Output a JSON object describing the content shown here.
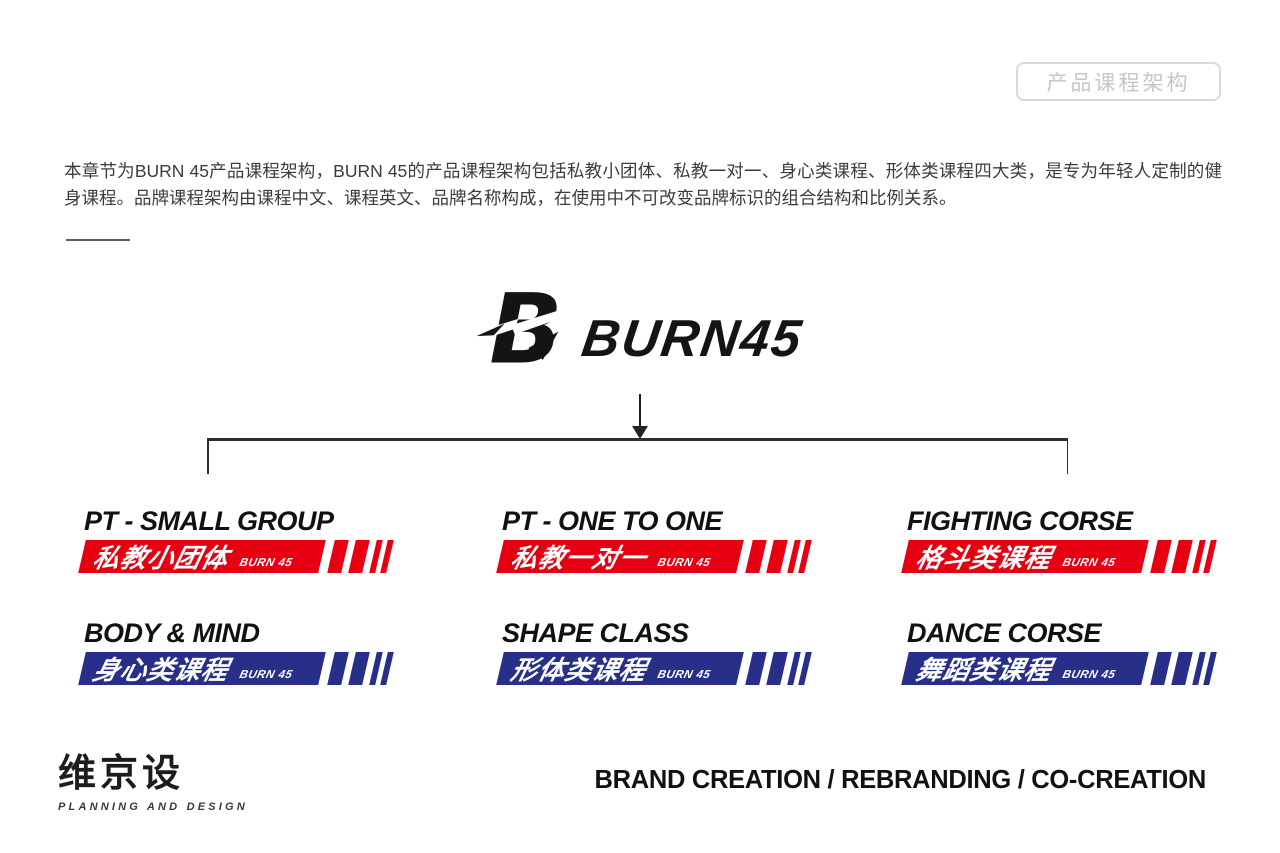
{
  "page": {
    "tag": "产品课程架构",
    "intro": "本章节为BURN 45产品课程架构，BURN 45的产品课程架构包括私教小团体、私教一对一、身心类课程、形体类课程四大类，是专为年轻人定制的健身课程。品牌课程架构由课程中文、课程英文、品牌名称构成，在使用中不可改变品牌标识的组合结构和比例关系。"
  },
  "logo": {
    "wordmark": "BURN45",
    "icon": "burn45-b-lightning-icon"
  },
  "colors": {
    "course_red": "#e60012",
    "course_blue": "#272f88",
    "ink": "#111111",
    "tag_gray": "#c6c6c6"
  },
  "courses": {
    "items": [
      {
        "en": "PT - SMALL GROUP",
        "zh": "私教小团体",
        "brand": "BURN 45",
        "color": "#e60012"
      },
      {
        "en": "PT - ONE TO ONE",
        "zh": "私教一对一",
        "brand": "BURN 45",
        "color": "#e60012"
      },
      {
        "en": "FIGHTING CORSE",
        "zh": "格斗类课程",
        "brand": "BURN 45",
        "color": "#e60012"
      },
      {
        "en": "BODY & MIND",
        "zh": "身心类课程",
        "brand": "BURN 45",
        "color": "#272f88"
      },
      {
        "en": "SHAPE CLASS",
        "zh": "形体类课程",
        "brand": "BURN 45",
        "color": "#272f88"
      },
      {
        "en": "DANCE CORSE",
        "zh": "舞蹈类课程",
        "brand": "BURN 45",
        "color": "#272f88"
      }
    ]
  },
  "footer": {
    "studio_name": "维京设",
    "studio_tagline": "PLANNING AND DESIGN",
    "services": "BRAND CREATION / REBRANDING / CO-CREATION"
  }
}
